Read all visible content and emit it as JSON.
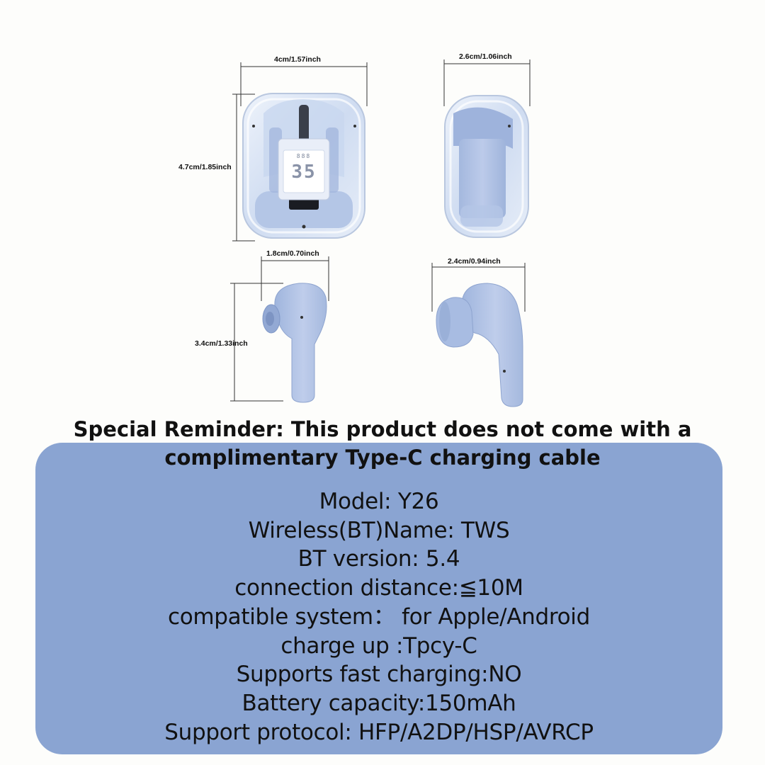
{
  "dimensions": {
    "case_front_width": "4cm/1.57inch",
    "case_front_height": "4.7cm/1.85inch",
    "case_side_width": "2.6cm/1.06inch",
    "earbud_front_width": "1.8cm/0.70inch",
    "earbud_height": "3.4cm/1.33inch",
    "earbud_side_width": "2.4cm/0.94inch"
  },
  "case_display": {
    "top_digits": "888",
    "main_digits": "35"
  },
  "reminder": {
    "line1": "Special Reminder: This product does not come with a",
    "line2": "complimentary Type-C charging cable"
  },
  "specs": [
    "Model: Y26",
    "Wireless(BT)Name: TWS",
    "BT version: 5.4",
    "connection distance:≦10M",
    "compatible system：  for Apple/Android",
    "charge up :Tpcy-C",
    "Supports fast charging:NO",
    "Battery capacity:150mAh",
    "Support protocol: HFP/A2DP/HSP/AVRCP"
  ],
  "colors": {
    "panel": "#8aa4d2",
    "product_blue": "#a9bde0",
    "background": "#fdfdfb"
  }
}
